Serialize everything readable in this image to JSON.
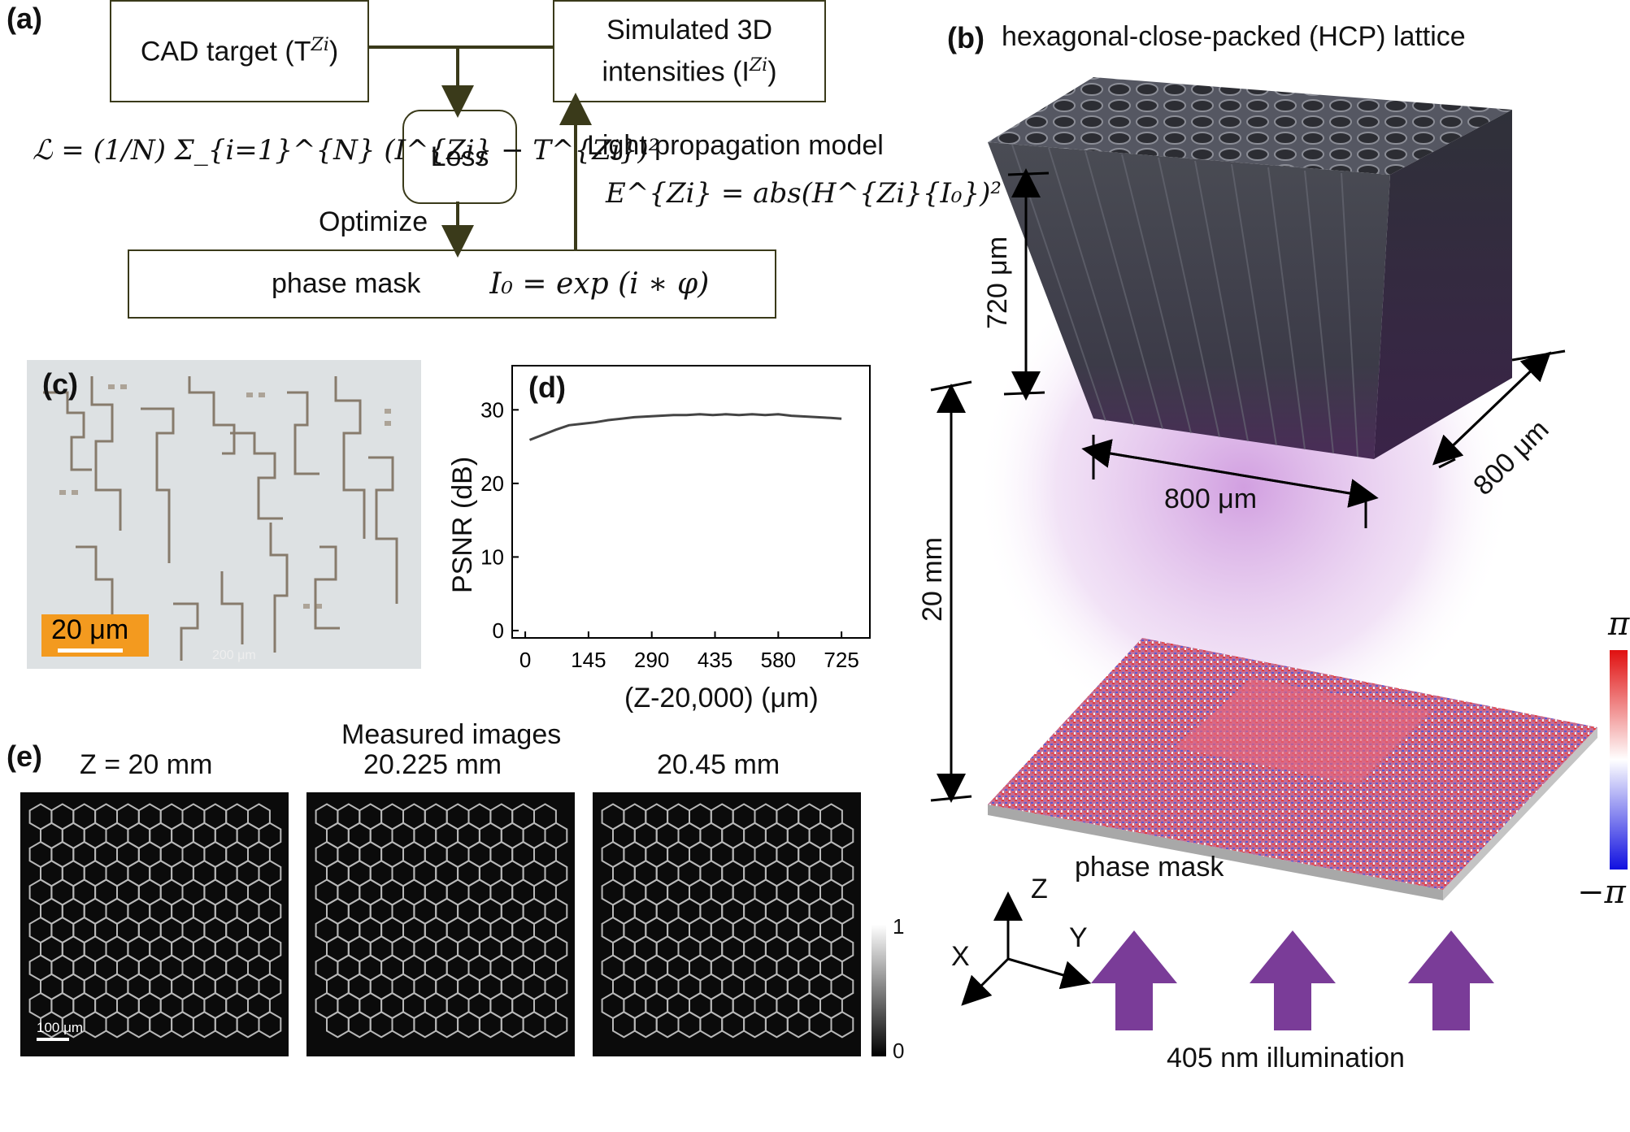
{
  "panel_a": {
    "letter": "(a)",
    "cad_target": "CAD target (T",
    "cad_target_sup": "Zi",
    "cad_target_end": ")",
    "sim_line1": "Simulated 3D",
    "sim_line2": "intensities (I",
    "sim_sup": "Zi",
    "sim_end": ")",
    "loss": "Loss",
    "loss_formula": "ℒ = (1/N) Σ_{i=1}^{N} (I^{Zi} − T^{Zi})²",
    "light_model": "Light propagation model",
    "light_formula": "E^{Zi} = abs(H^{Zi}{I₀})²",
    "optimize": "Optimize",
    "phase_mask": "phase mask",
    "phase_formula": "I₀ = exp (i ∗ φ)"
  },
  "panel_b": {
    "letter": "(b)",
    "title": "hexagonal-close-packed (HCP) lattice",
    "dim_height": "720 μm",
    "dim_width": "800 μm",
    "dim_depth": "800 μm",
    "distance": "20 mm",
    "phase_mask": "phase mask",
    "illumination": "405 nm illumination",
    "colorbar_max": "π",
    "colorbar_min": "−π",
    "axis_z": "Z",
    "axis_x": "X",
    "axis_y": "Y"
  },
  "panel_c": {
    "letter": "(c)",
    "scale": "20 μm",
    "scale_small": "200 μm"
  },
  "panel_d": {
    "letter": "(d)"
  },
  "panel_e": {
    "letter": "(e)",
    "title": "Measured images",
    "z1": "Z = 20 mm",
    "z2": "20.225 mm",
    "z3": "20.45 mm",
    "scale": "100 μm",
    "cbar_max": "1",
    "cbar_min": "0"
  },
  "chart_data": {
    "type": "line",
    "title": "",
    "xlabel": "(Z-20,000) (μm)",
    "ylabel": "PSNR (dB)",
    "xlim": [
      -30,
      790
    ],
    "ylim": [
      -1,
      36
    ],
    "xticks": [
      0,
      145,
      290,
      435,
      580,
      725
    ],
    "yticks": [
      0,
      10,
      20,
      30
    ],
    "x": [
      10,
      40,
      70,
      100,
      130,
      160,
      190,
      220,
      250,
      280,
      310,
      340,
      370,
      400,
      430,
      460,
      490,
      520,
      550,
      580,
      610,
      640,
      670,
      700,
      725
    ],
    "y": [
      25.9,
      26.6,
      27.3,
      27.9,
      28.1,
      28.3,
      28.6,
      28.8,
      29.0,
      29.1,
      29.2,
      29.3,
      29.3,
      29.4,
      29.3,
      29.4,
      29.3,
      29.4,
      29.3,
      29.4,
      29.2,
      29.1,
      29.0,
      28.9,
      28.8
    ],
    "line_color": "#444444"
  },
  "colors": {
    "arrow": "#3a3a1a",
    "illum": "#7a3c98",
    "lattice": "#3d3f47"
  }
}
